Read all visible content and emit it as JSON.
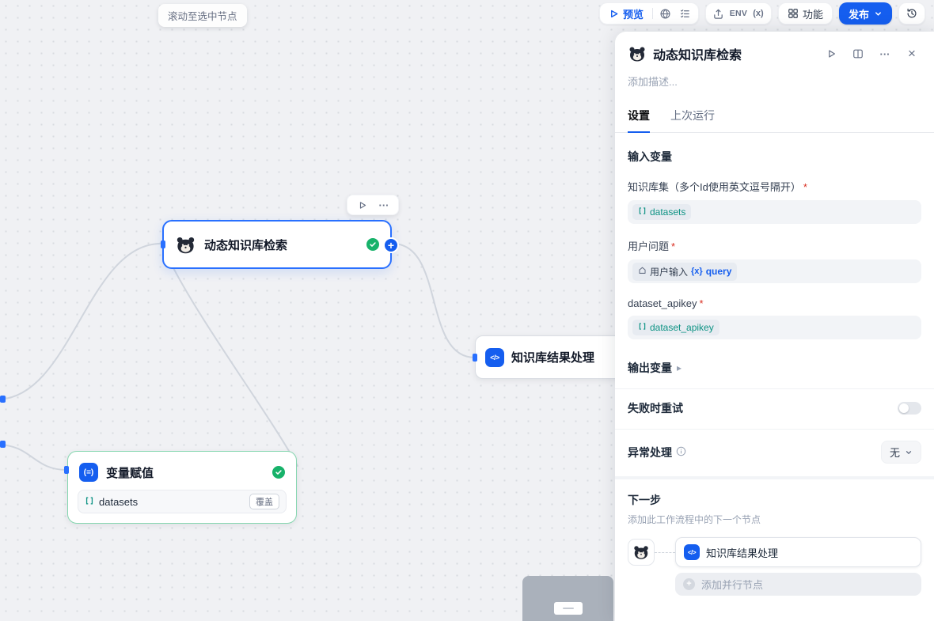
{
  "icons": {
    "more": "···",
    "close": "×",
    "plus": "+",
    "caret_right": "▸",
    "code": "</>",
    "assign": "(=)",
    "var_x": "(x)",
    "var_braces": "{x}"
  },
  "toast": {
    "label": "滚动至选中节点"
  },
  "toolbar": {
    "preview": "预览",
    "env": "ENV",
    "features": "功能",
    "publish": "发布"
  },
  "canvas": {
    "node_retrieval": {
      "title": "动态知识库检索"
    },
    "node_process": {
      "title": "知识库结果处理"
    },
    "node_assign": {
      "title": "变量赋值",
      "variable": "datasets",
      "badge": "覆盖"
    }
  },
  "panel": {
    "title": "动态知识库检索",
    "description_placeholder": "添加描述...",
    "tab_settings": "设置",
    "tab_last_run": "上次运行",
    "input_vars_title": "输入变量",
    "required_mark": "*",
    "field_dataset": {
      "label": "知识库集（多个Id使用英文逗号隔开）",
      "value": "datasets"
    },
    "field_query": {
      "label": "用户问题",
      "node": "用户输入",
      "variable": "query"
    },
    "field_apikey": {
      "label": "dataset_apikey",
      "value": "dataset_apikey"
    },
    "output_vars_title": "输出变量",
    "retry_title": "失败时重试",
    "error_title": "异常处理",
    "error_value": "无",
    "next_title": "下一步",
    "next_desc": "添加此工作流程中的下一个节点",
    "next_node": "知识库结果处理",
    "add_parallel_label": "添加并行节点"
  }
}
